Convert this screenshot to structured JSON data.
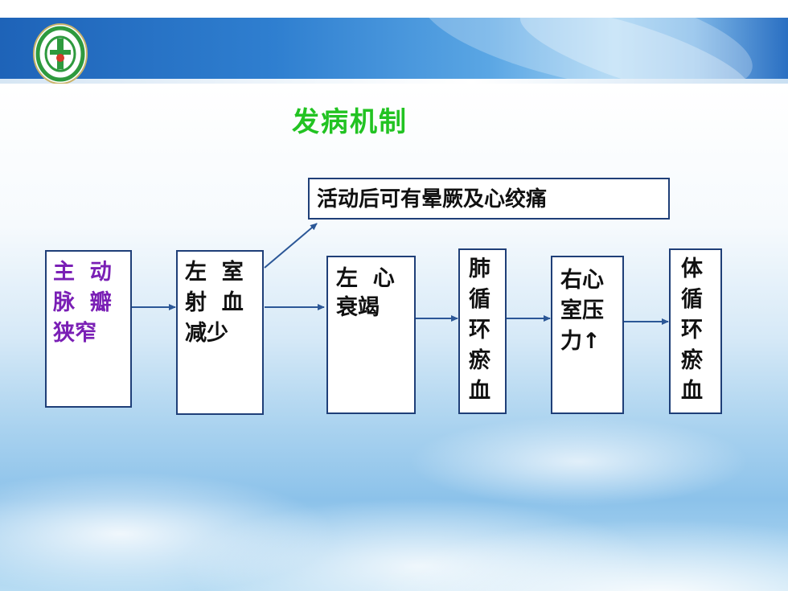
{
  "slide": {
    "title": "发病机制"
  },
  "diagram": {
    "boxes": {
      "aortic": {
        "lines": [
          "主  动",
          "脉  瓣",
          "狭窄"
        ]
      },
      "lv_output": {
        "lines": [
          "左  室",
          "射  血",
          "减少"
        ]
      },
      "lv_failure": {
        "lines": [
          "左  心",
          "衰竭"
        ]
      },
      "pulmonary": {
        "lines": [
          "肺",
          "循",
          "环",
          "瘀",
          "血"
        ]
      },
      "rv_pressure": {
        "lines": [
          "右心",
          "室压",
          "力↑"
        ]
      },
      "systemic": {
        "lines": [
          "体",
          "循",
          "环",
          "瘀",
          "血"
        ]
      },
      "symptoms": {
        "lines": [
          "活动后可有晕厥及心绞痛"
        ]
      }
    },
    "colors": {
      "box_border": "#1f3f78",
      "arrow": "#2b5797",
      "title": "#22c322",
      "highlight_text": "#7a1fb5"
    }
  }
}
